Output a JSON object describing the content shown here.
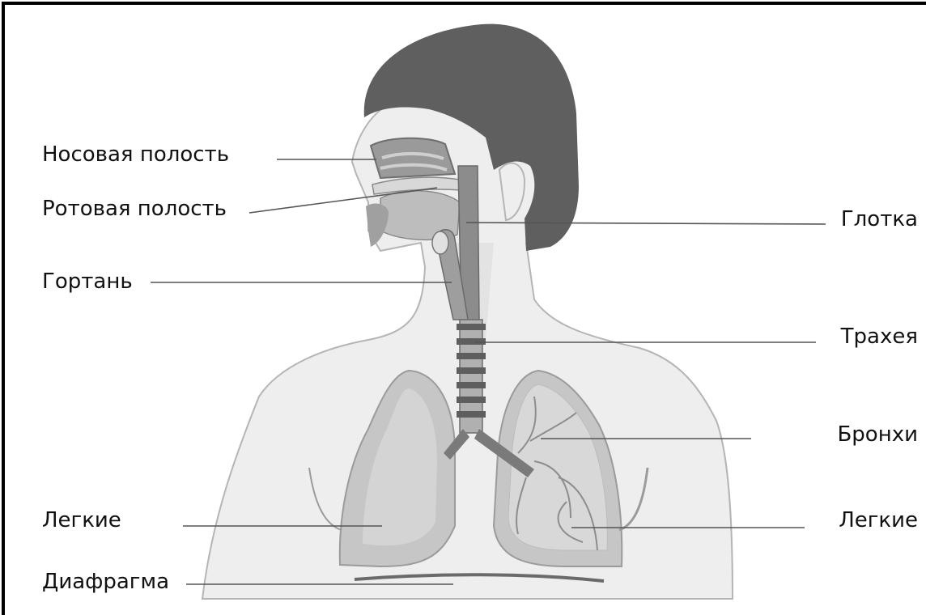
{
  "diagram": {
    "labels": {
      "nasal_cavity": "Носовая полость",
      "oral_cavity": "Ротовая полость",
      "larynx": "Гортань",
      "lungs_left": "Легкие",
      "diaphragm": "Диафрагма",
      "pharynx": "Глотка",
      "trachea": "Трахея",
      "bronchi": "Бронхи",
      "lungs_right": "Легкие"
    }
  }
}
